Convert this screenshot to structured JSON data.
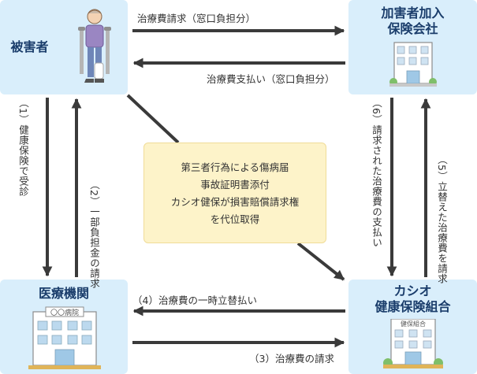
{
  "nodes": {
    "victim": "被害者",
    "insurer_line1": "加害者加入",
    "insurer_line2": "保険会社",
    "hospital": "医療機関",
    "kumiai_line1": "カシオ",
    "kumiai_line2": "健康保険組合",
    "hospital_sign": "〇〇病院",
    "kumiai_sign": "健保組合"
  },
  "flows": {
    "victim_to_insurer": "治療費請求（窓口負担分）",
    "insurer_to_victim": "治療費支払い（窓口負担分）",
    "victim_to_hospital": "（1）健康保険で受診",
    "hospital_to_victim": "（2）一部負担金の請求",
    "hospital_to_kumiai": "（3）治療費の請求",
    "kumiai_to_hospital": "（4）治療費の一時立替払い",
    "kumiai_to_insurer": "（5）立替えた治療費を請求",
    "insurer_to_kumiai": "（6）請求された治療費の支払い"
  },
  "note": {
    "line1": "第三者行為による傷病届",
    "line2": "事故証明書添付",
    "line3": "カシオ健保が損害賠償請求権",
    "line4": "を代位取得"
  },
  "colors": {
    "box_fill": "#d9eefb",
    "title_text": "#1a3d6b",
    "arrow": "#3a3a3a",
    "note_fill": "#fdf3c9"
  }
}
